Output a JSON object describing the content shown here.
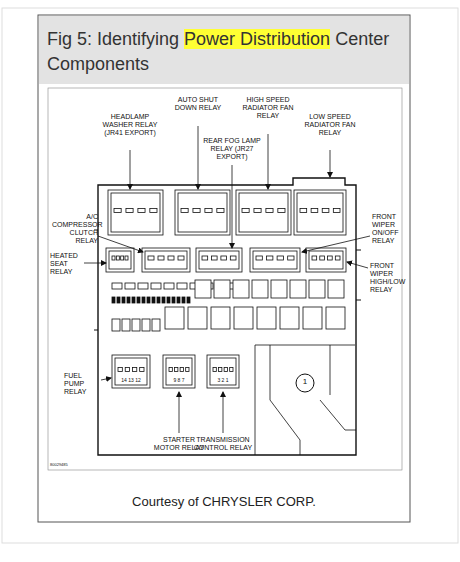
{
  "diagram": {
    "title": "Fig 5: Identifying Power Distribution Center Components",
    "caption": "Courtesy of CHRYSLER CORP.",
    "labels": [
      "HEADLAMP WASHER RELAY (JR41 EXPORT)",
      "AUTO SHUT DOWN RELAY",
      "HIGH SPEED RADIATOR FAN RELAY",
      "LOW SPEED RADIATOR FAN RELAY",
      "REAR FOG LAMP RELAY (JR27 EXPORT)",
      "A/C COMPRESSOR CLUTCH RELAY",
      "HEATED SEAT RELAY",
      "FRONT WIPER ON/OFF RELAY",
      "FRONT WIPER HIGH/LOW RELAY",
      "FUEL PUMP RELAY",
      "STARTER MOTOR RELAY",
      "TRANSMISSION CONTROL RELAY",
      "1",
      "14 13 12",
      "9 8 7",
      "3 2 1",
      "80029485"
    ]
  }
}
